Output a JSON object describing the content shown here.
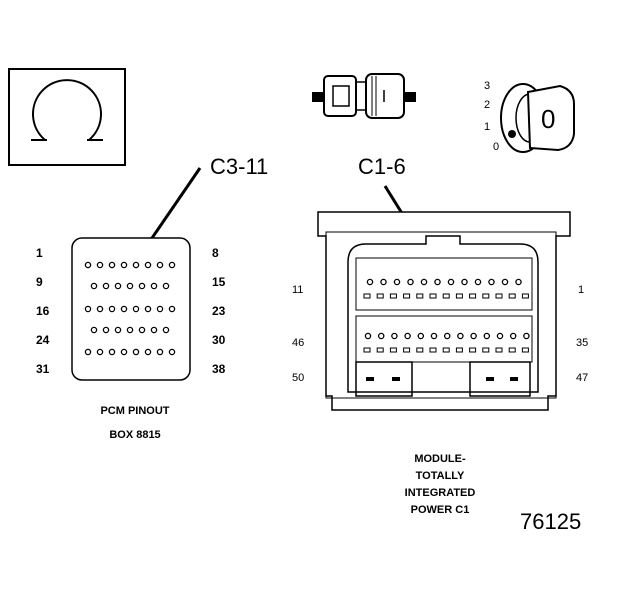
{
  "ohmmeter_symbol": "omega-icon",
  "callouts": {
    "left": "C3-11",
    "right": "C1-6"
  },
  "key_positions": [
    "3",
    "2",
    "1",
    "0"
  ],
  "key_label": "0",
  "pcm": {
    "row_labels_left": [
      "1",
      "9",
      "16",
      "24",
      "31"
    ],
    "row_labels_right": [
      "8",
      "15",
      "23",
      "30",
      "38"
    ],
    "caption_line1": "PCM PINOUT",
    "caption_line2": "BOX 8815"
  },
  "module": {
    "labels_left": [
      "11",
      "46",
      "50"
    ],
    "labels_right": [
      "1",
      "35",
      "47"
    ],
    "caption_lines": [
      "MODULE-",
      "TOTALLY",
      "INTEGRATED",
      "POWER C1"
    ]
  },
  "figure_number": "76125"
}
